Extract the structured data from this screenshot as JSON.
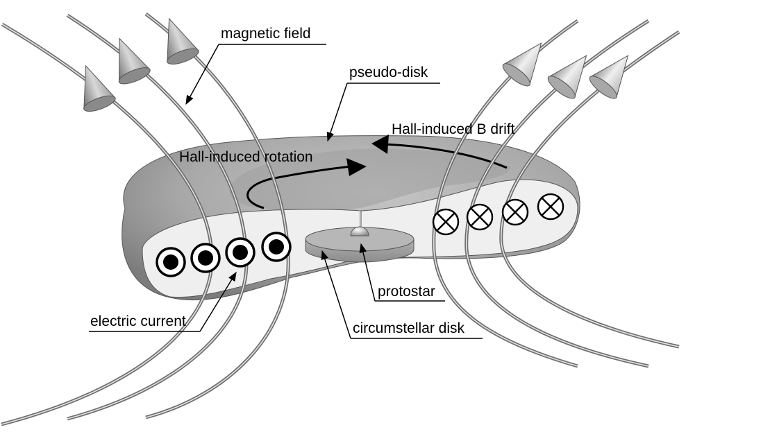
{
  "labels": {
    "magnetic_field": "magnetic field",
    "pseudo_disk": "pseudo-disk",
    "hall_b_drift": "Hall-induced B drift",
    "hall_rotation": "Hall-induced rotation",
    "electric_current": "electric current",
    "protostar": "protostar",
    "circumstellar_disk": "circumstellar disk"
  },
  "colors": {
    "disk_top_light": "#bdbdbd",
    "disk_top_dark": "#8a8a8a",
    "disk_cut_face": "#efefef",
    "field_line": "#6f6f6f",
    "field_line_highlight": "#d9d9d9",
    "arrow_cone_dark": "#7a7a7a",
    "arrow_cone_light": "#f2f2f2"
  },
  "icons": {
    "current_out": "circled-dot-icon",
    "current_in": "circled-x-icon",
    "field_direction": "cone-arrowhead-icon"
  }
}
